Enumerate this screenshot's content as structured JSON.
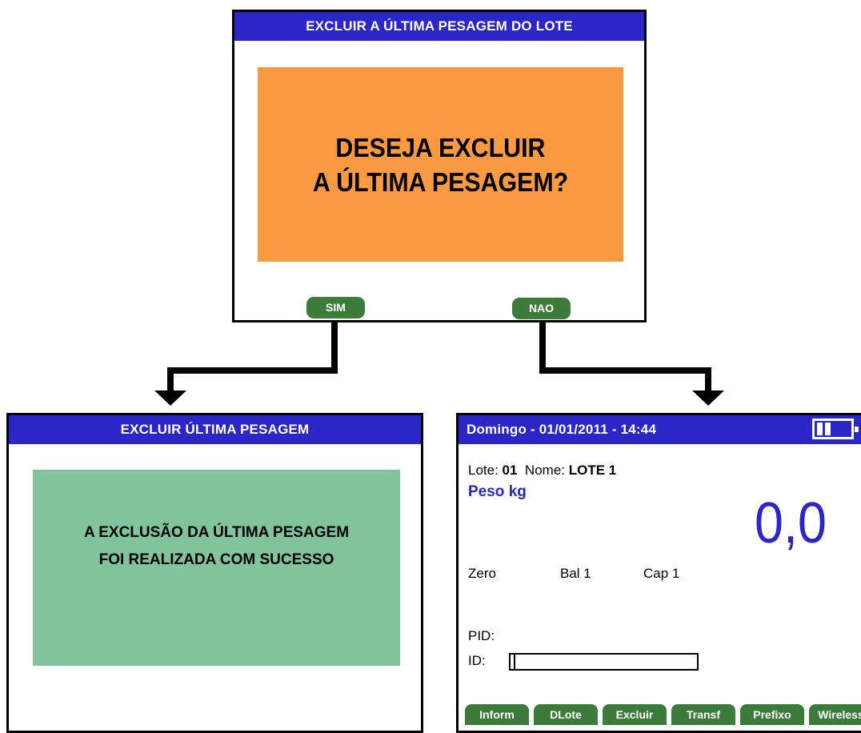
{
  "dialog": {
    "title": "EXCLUIR A ÚLTIMA PESAGEM DO LOTE",
    "message_line1": "DESEJA EXCLUIR",
    "message_line2": "A ÚLTIMA PESAGEM?",
    "yes_label": "SIM",
    "no_label": "NAO"
  },
  "success_screen": {
    "title": "EXCLUIR ÚLTIMA PESAGEM",
    "message_line1": "A EXCLUSÃO DA ÚLTIMA PESAGEM",
    "message_line2": "FOI REALIZADA COM SUCESSO"
  },
  "main_screen": {
    "header": "Domingo - 01/01/2011 - 14:44",
    "lote_label": "Lote:",
    "lote_value": "01",
    "nome_label": "Nome:",
    "nome_value": "LOTE 1",
    "weight_label": "Peso kg",
    "weight_value": "0,0",
    "status_zero": "Zero",
    "status_bal": "Bal 1",
    "status_cap": "Cap 1",
    "pid_label": "PID:",
    "id_label": "ID:",
    "id_value": "",
    "menu": [
      "Inform",
      "DLote",
      "Excluir",
      "Transf",
      "Prefixo",
      "Wireless"
    ]
  },
  "colors": {
    "title_bar": "#2b26c8",
    "confirm_box": "#f99a43",
    "success_box": "#81c39b",
    "button_green": "#3d7b3a",
    "weight_text": "#2b26c8"
  },
  "icons": {
    "battery": "battery-icon",
    "arrow": "arrow-down-icon"
  }
}
